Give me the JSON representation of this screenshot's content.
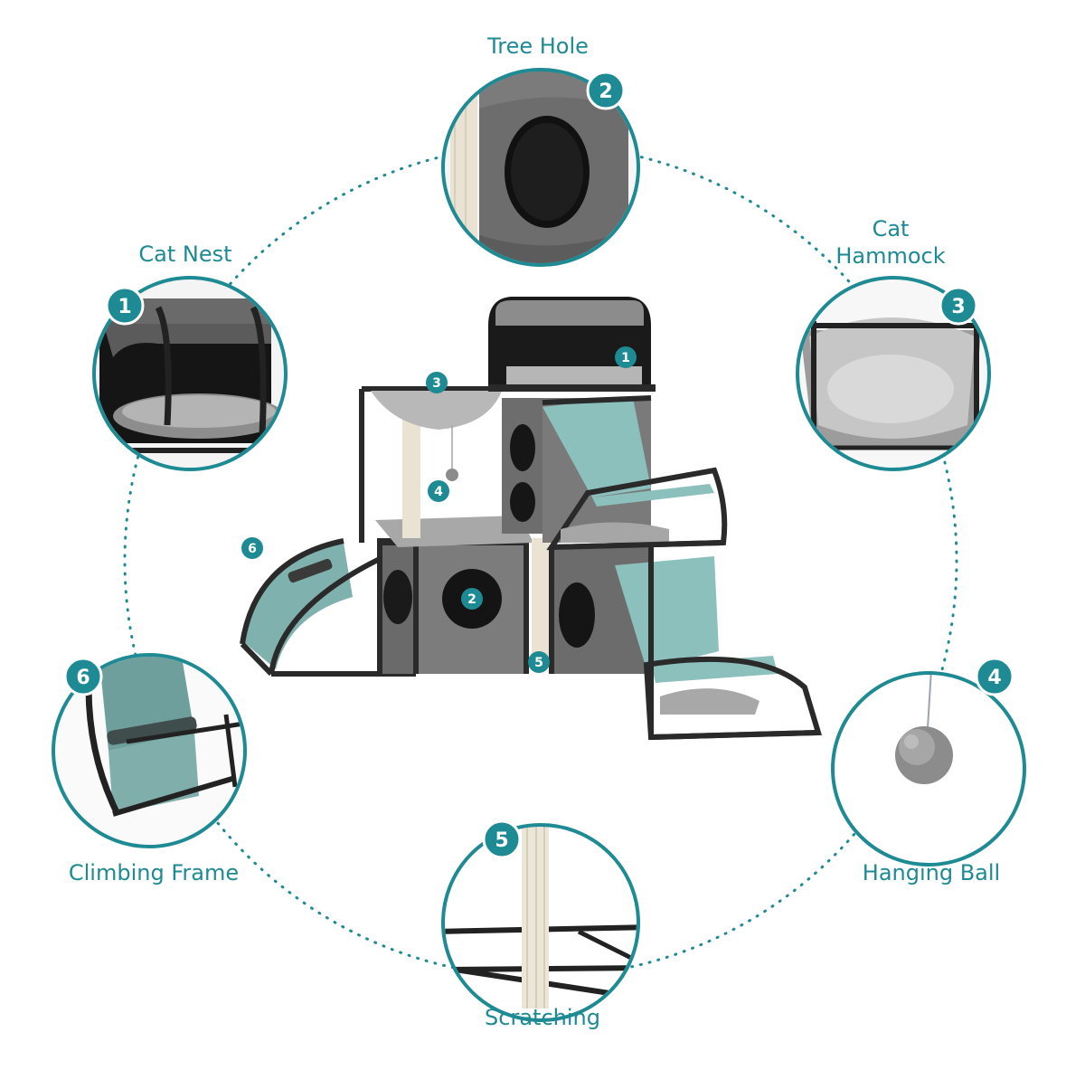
{
  "accent_color": "#1e8a93",
  "callouts": [
    {
      "number": "1",
      "label": "Cat Nest",
      "icon": "cat-nest-icon"
    },
    {
      "number": "2",
      "label": "Tree Hole",
      "icon": "tree-hole-icon"
    },
    {
      "number": "3",
      "label": "Cat\nHammock",
      "icon": "cat-hammock-icon"
    },
    {
      "number": "4",
      "label": "Hanging Ball",
      "icon": "hanging-ball-icon"
    },
    {
      "number": "5",
      "label": "Scratching",
      "icon": "scratching-post-icon"
    },
    {
      "number": "6",
      "label": "Climbing Frame",
      "icon": "climbing-frame-icon"
    }
  ],
  "product_markers": [
    "1",
    "2",
    "3",
    "4",
    "5",
    "6"
  ]
}
